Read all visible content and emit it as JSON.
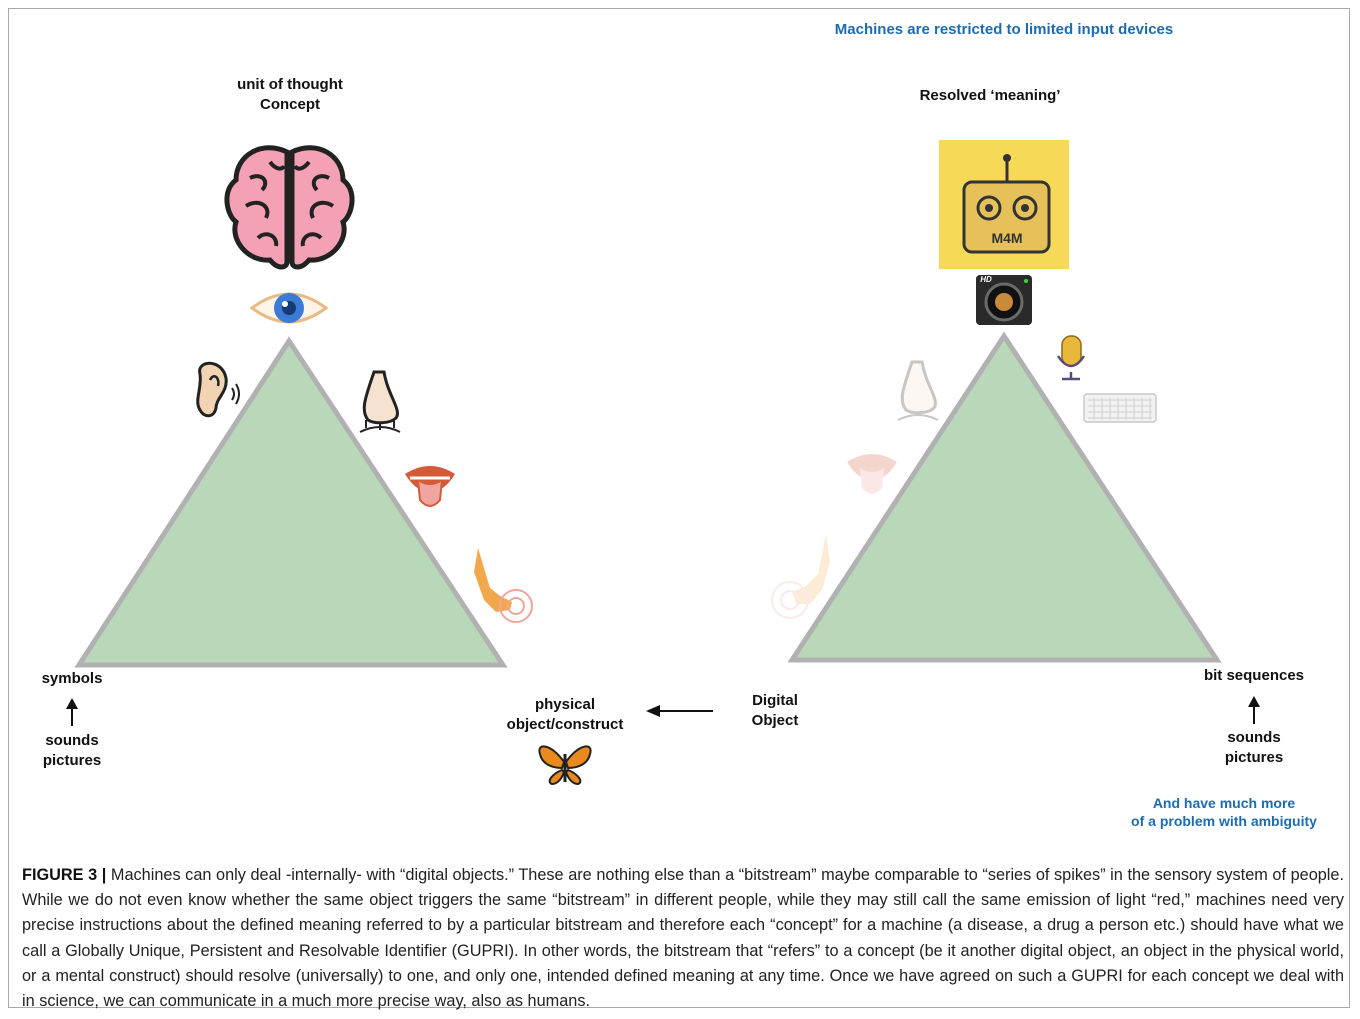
{
  "figure": {
    "machines_note": "Machines are restricted to limited input devices",
    "left_top_line1": "unit of thought",
    "left_top_line2": "Concept",
    "right_top": "Resolved ‘meaning’",
    "robot_label": "M4M",
    "camera_badge": "HD",
    "left_bottom": "symbols",
    "left_under_line1": "sounds",
    "left_under_line2": "pictures",
    "middle_physical_line1": "physical",
    "middle_physical_line2": "object/construct",
    "middle_digital_line1": "Digital",
    "middle_digital_line2": "Object",
    "right_bottom": "bit sequences",
    "right_under_line1": "sounds",
    "right_under_line2": "pictures",
    "ambiguity_line1": "And have much more",
    "ambiguity_line2": "of a problem with ambiguity"
  },
  "caption": {
    "label": "FIGURE 3 |",
    "text": " Machines can only deal -internally- with “digital objects.” These are nothing else than a “bitstream” maybe comparable to “series of spikes” in the sensory system of people. While we do not even know whether the same object triggers the same “bitstream” in different people, while they may still call the same emission of light “red,” machines need very precise instructions about the defined meaning referred to by a particular bitstream and therefore each “concept” for a machine (a disease, a drug a person etc.) should have what we call a Globally Unique, Persistent and Resolvable Identifier (GUPRI). In other words, the bitstream that “refers” to a concept (be it another digital object, an object in the physical world, or a mental construct) should resolve (universally) to one, and only one, intended defined meaning at any time. Once we have agreed on such a GUPRI for each concept we deal with in science, we can communicate in a much more precise way, also as humans."
  },
  "colors": {
    "triangle_fill": "#b9d8ba",
    "triangle_stroke": "#b1b1b1",
    "note_blue": "#1f6bb0",
    "robot_bg": "#f7d958",
    "brain": "#f4a0b5"
  }
}
